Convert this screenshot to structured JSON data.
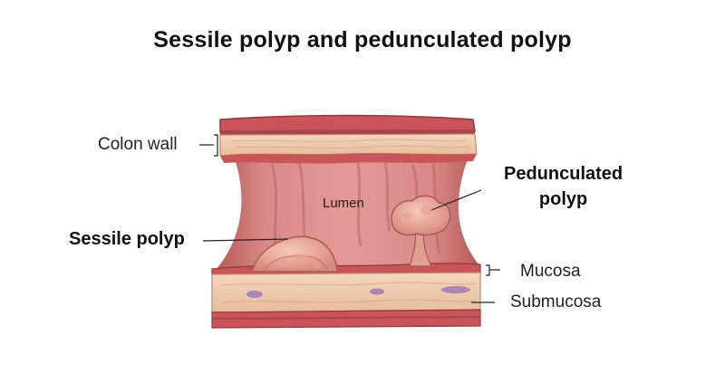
{
  "title": "Sessile polyp and pedunculated polyp",
  "labels": {
    "colon_wall": "Colon wall",
    "lumen": "Lumen",
    "pedunculated_line1": "Pedunculated",
    "pedunculated_line2": "polyp",
    "sessile": "Sessile polyp",
    "mucosa": "Mucosa",
    "submucosa": "Submucosa"
  },
  "colors": {
    "outer_wall": "#c9545a",
    "wall_tan": "#efc9ab",
    "lumen_pink": "#d98a88",
    "lumen_shadow": "#b9605e",
    "polyp": "#f0b3a6",
    "vessel": "#a07ab8"
  }
}
